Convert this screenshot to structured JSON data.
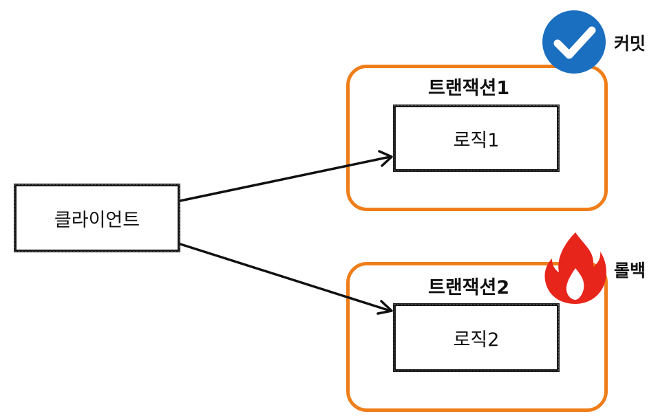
{
  "client": {
    "label": "클라이언트"
  },
  "transactions": [
    {
      "title": "트랜잭션1",
      "logic": "로직1",
      "outcome": "커밋",
      "outcome_icon": "check-circle-icon"
    },
    {
      "title": "트랜잭션2",
      "logic": "로직2",
      "outcome": "롤백",
      "outcome_icon": "fire-icon"
    }
  ],
  "colors": {
    "transaction_border": "#ef7e1a",
    "commit_icon": "#1b6fc0",
    "rollback_icon": "#e8251b"
  }
}
